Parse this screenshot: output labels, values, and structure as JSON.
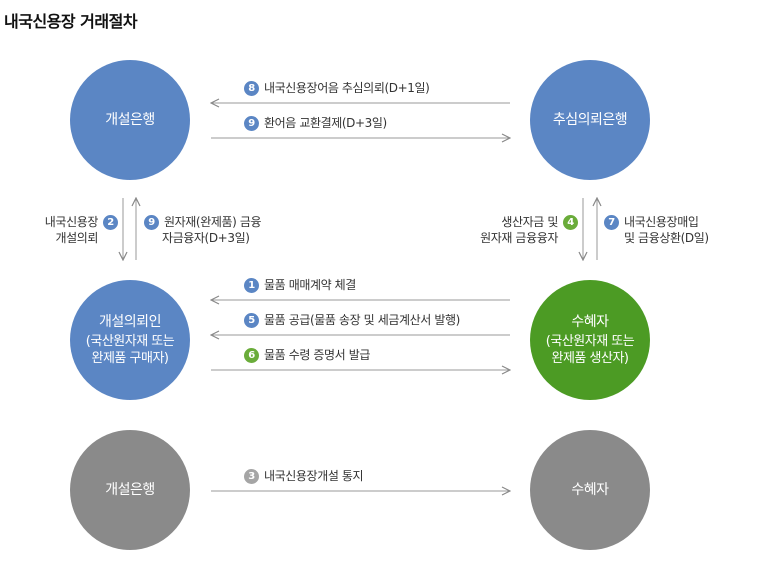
{
  "title": "내국신용장 거래절차",
  "nodes": {
    "opening_bank_top": "개설은행",
    "negotiating_bank": "추심의뢰은행",
    "applicant_title": "개설의뢰인",
    "applicant_sub1": "(국산원자재 또는",
    "applicant_sub2": "완제품 구매자)",
    "beneficiary_title": "수혜자",
    "beneficiary_sub1": "(국산원자재 또는",
    "beneficiary_sub2": "완제품 생산자)",
    "opening_bank_bottom": "개설은행",
    "beneficiary_bottom": "수혜자"
  },
  "steps": {
    "s8": {
      "num": "8",
      "text": "내국신용장어음 추심의뢰(D+1일)"
    },
    "s9a": {
      "num": "9",
      "text": "환어음 교환결제(D+3일)"
    },
    "s2": {
      "num": "2",
      "line1": "내국신용장",
      "line2": "개설의뢰"
    },
    "s9b": {
      "num": "9",
      "line1": "원자재(완제품) 금융",
      "line2": "자금융자(D+3일)"
    },
    "s4": {
      "num": "4",
      "line1": "생산자금 및",
      "line2": "원자재 금융융자"
    },
    "s7": {
      "num": "7",
      "line1": "내국신용장매입",
      "line2": "및 금융상환(D일)"
    },
    "s1": {
      "num": "1",
      "text": "물품 매매계약 체결"
    },
    "s5": {
      "num": "5",
      "text": "물품 공급(물품 송장 및 세금계산서 발행)"
    },
    "s6": {
      "num": "6",
      "text": "물품 수령 증명서 발급"
    },
    "s3": {
      "num": "3",
      "text": "내국신용장개설 통지"
    }
  },
  "colors": {
    "blue": "#5b86c4",
    "green": "#4c9b24",
    "gray": "#8a8a8a"
  }
}
